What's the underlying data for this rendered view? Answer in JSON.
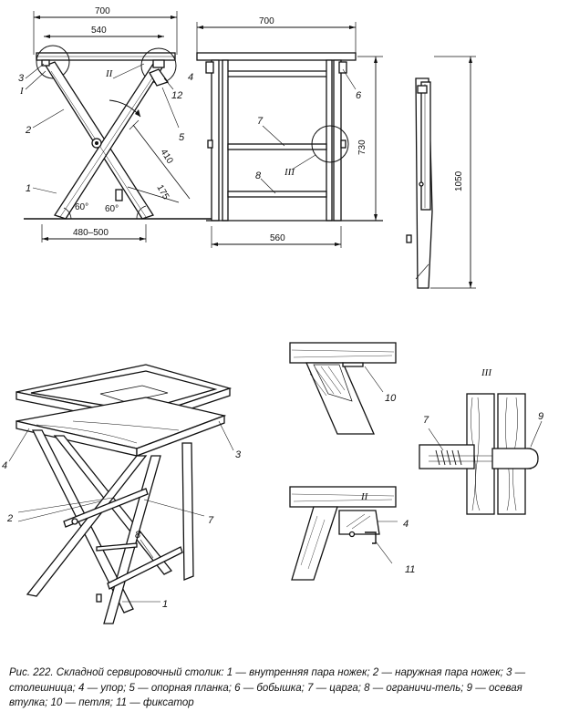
{
  "figure": {
    "caption": "Рис. 222. Складной сервировочный столик: 1 — внутренняя пара ножек; 2 — наружная пара ножек; 3 — столешница; 4 — упор; 5 — опорная планка; 6 — бобышка; 7 — царга; 8 — ограничи-тель; 9 — осевая втулка; 10 — петля; 11 — фиксатор"
  },
  "side_view": {
    "dim_total": "700",
    "dim_inner": "540",
    "dim_base": "480–500",
    "dim_410": "410",
    "dim_175": "175",
    "angle_left": "60°",
    "angle_right": "60°",
    "labels": [
      "3",
      "I",
      "4",
      "II",
      "12",
      "2",
      "5",
      "1"
    ]
  },
  "front_view": {
    "dim_top": "700",
    "dim_base": "560",
    "dim_height": "730",
    "labels": [
      "6",
      "7",
      "III",
      "8"
    ]
  },
  "folded_view": {
    "dim_height": "1050"
  },
  "perspective_view": {
    "labels": [
      "4",
      "3",
      "2",
      "7",
      "8",
      "1"
    ]
  },
  "detail_I": {
    "labels": [
      "10"
    ]
  },
  "detail_II": {
    "labels": [
      "II",
      "4",
      "11"
    ]
  },
  "detail_III": {
    "title": "III",
    "labels": [
      "7",
      "9"
    ]
  }
}
